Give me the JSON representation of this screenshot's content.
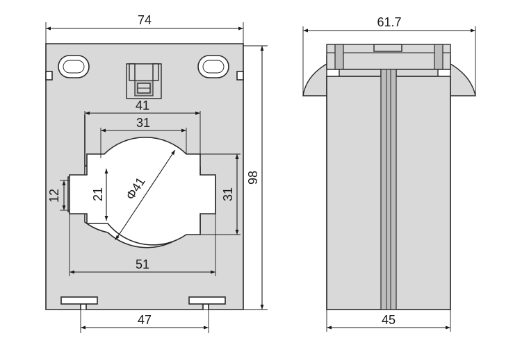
{
  "front_view": {
    "width_label": "74",
    "height_label": "98",
    "window_outer_width_label": "41",
    "window_inner_width_label": "31",
    "window_height_label": "31",
    "slot_height_label": "12",
    "bore_height_label": "21",
    "diameter_label": "Φ41",
    "bottom_width_label": "51",
    "mount_spacing_label": "47"
  },
  "side_view": {
    "top_width_label": "61.7",
    "bottom_width_label": "45"
  }
}
